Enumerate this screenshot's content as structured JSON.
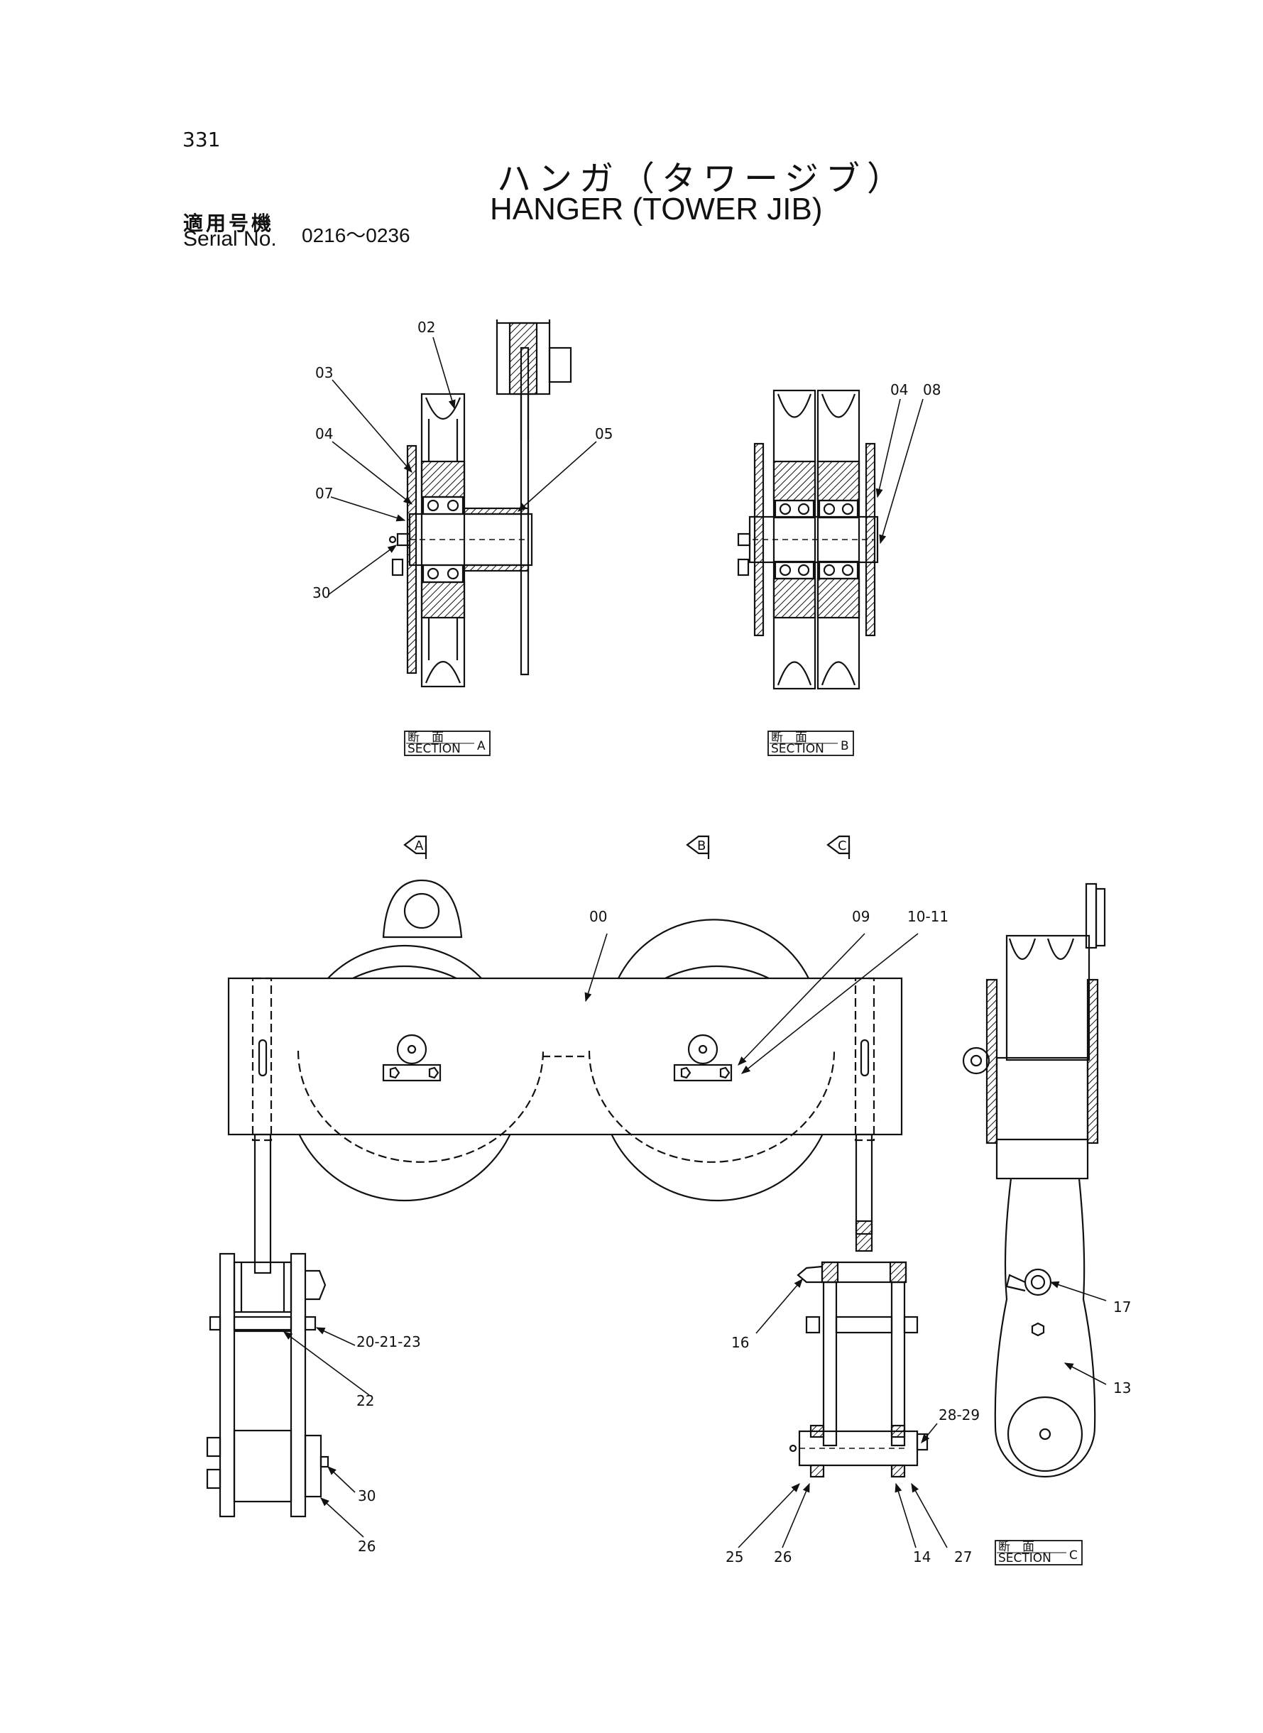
{
  "header": {
    "page_number": "331",
    "title_jp": "ハンガ（タワージブ）",
    "title_en": "HANGER (TOWER JIB)",
    "serial_label_jp": "適用号機",
    "serial_label_en": "Serial No.",
    "serial_range": "0216～0236"
  },
  "sections": {
    "a": {
      "kanji": "断　面",
      "label": "SECTION",
      "letter": "A"
    },
    "b": {
      "kanji": "断　面",
      "label": "SECTION",
      "letter": "B"
    },
    "c": {
      "kanji": "断　面",
      "label": "SECTION",
      "letter": "C"
    }
  },
  "view_arrows": {
    "a": "A",
    "b": "B",
    "c": "C"
  },
  "callouts": {
    "sa_02": "02",
    "sa_03": "03",
    "sa_04": "04",
    "sa_05": "05",
    "sa_07": "07",
    "sa_30": "30",
    "sb_04": "04",
    "sb_08": "08",
    "m_00": "00",
    "m_09": "09",
    "m_10_11": "10-11",
    "l_20_21_23": "20-21-23",
    "l_22": "22",
    "l_30": "30",
    "l_26": "26",
    "r_16": "16",
    "r_28_29": "28-29",
    "r_25": "25",
    "r_26": "26",
    "r_14": "14",
    "r_27": "27",
    "c_17": "17",
    "c_13": "13"
  }
}
